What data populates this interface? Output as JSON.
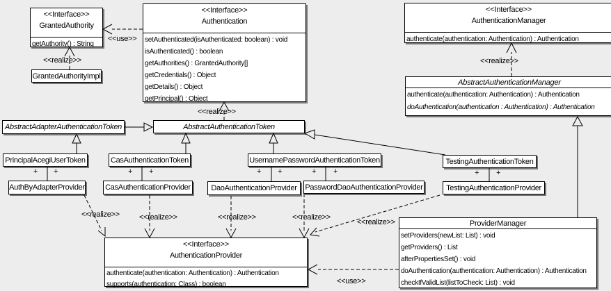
{
  "diagram": {
    "background": "#ededed",
    "box_fill": "#ffffff",
    "line_color": "#000000"
  },
  "edge_labels": {
    "realize": "<<realize>>",
    "use": "<<use>>"
  },
  "markers": {
    "plus": "+"
  },
  "boxes": {
    "granted_authority": {
      "stereotype": "<<Interface>>",
      "name": "GrantedAuthority",
      "members": [
        "getAuthority() : String"
      ]
    },
    "granted_authority_impl": {
      "name": "GrantedAuthorityImpl"
    },
    "authentication": {
      "stereotype": "<<Interface>>",
      "name": "Authentication",
      "members": [
        "setAuthenticated(isAuthenticated: boolean) : void",
        "isAuthenticated() : boolean",
        "getAuthorities() : GrantedAuthority[]",
        "getCredentials() : Object",
        "getDetails() : Object",
        "getPrincipal() : Object"
      ]
    },
    "authentication_manager": {
      "stereotype": "<<Interface>>",
      "name": "AuthenticationManager",
      "members": [
        "authenticate(authentication: Authentication) : Authentication"
      ]
    },
    "abstract_authentication_manager": {
      "name": "AbstractAuthenticationManager",
      "members": [
        "authenticate(authentication: Authentication) : Authentication",
        "doAuthentication(authentication : Authentication) : Authentication"
      ]
    },
    "abstract_adapter_authentication_token": {
      "name": "AbstractAdapterAuthenticationToken"
    },
    "abstract_authentication_token": {
      "name": "AbstractAuthenticationToken"
    },
    "principal_acegi_user_token": {
      "name": "PrincipalAcegiUserToken"
    },
    "cas_authentication_token": {
      "name": "CasAuthenticationToken"
    },
    "username_password_authentication_token": {
      "name": "UsernamePasswordAuthenticationToken"
    },
    "testing_authentication_token": {
      "name": "TestingAuthenticationToken"
    },
    "auth_by_adapter_provider": {
      "name": "AuthByAdapterProvider"
    },
    "cas_authentication_provider": {
      "name": "CasAuthenticationProvider"
    },
    "dao_authentication_provider": {
      "name": "DaoAuthenticationProvider"
    },
    "password_dao_authentication_provider": {
      "name": "PasswordDaoAuthenticationProvider"
    },
    "testing_authentication_provider": {
      "name": "TestingAuthenticationProvider"
    },
    "authentication_provider": {
      "stereotype": "<<Interface>>",
      "name": "AuthenticationProvider",
      "members": [
        "authenticate(authentication: Authentication) : Authentication",
        "supports(authentication: Class) : boolean"
      ]
    },
    "provider_manager": {
      "name": "ProviderManager",
      "members": [
        "setProviders(newList: List) : void",
        "getProviders() : List",
        "afterPropertiesSet() : void",
        "doAuthentication(authentication: Authentication) : Authentication",
        "checkIfValidList(listToCheck: List) : void"
      ]
    }
  }
}
